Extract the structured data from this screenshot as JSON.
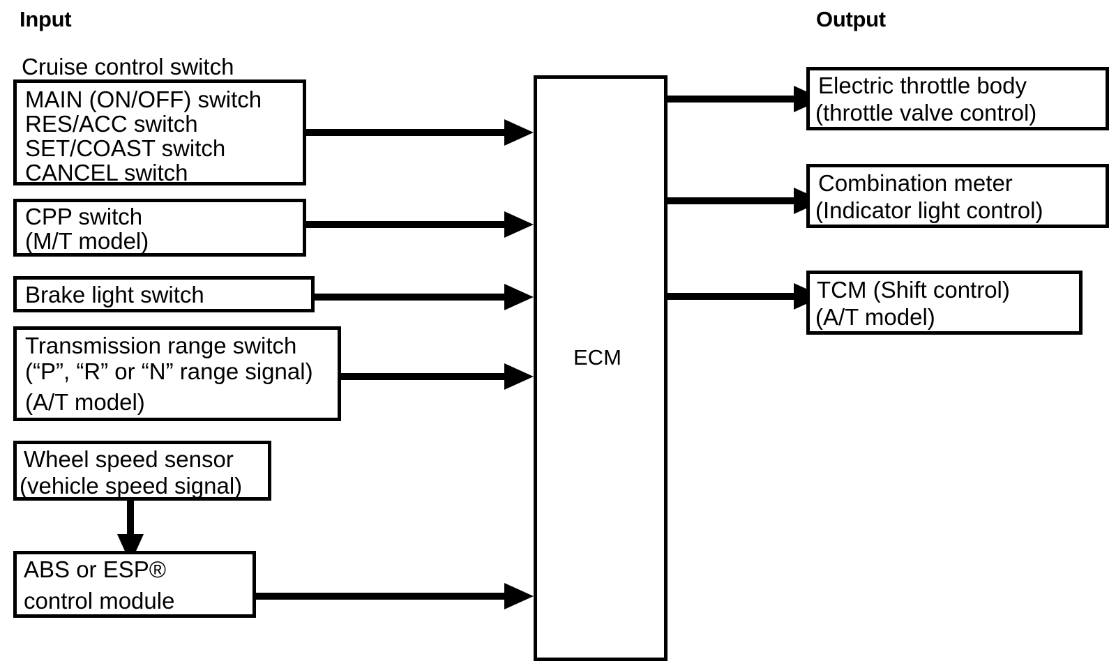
{
  "diagram": {
    "title_input": "Input",
    "title_output": "Output",
    "center_label": "ECM",
    "group_label_cruise": "Cruise control switch",
    "input_boxes": [
      {
        "name": "cruise-control-switch",
        "lines": [
          "MAIN (ON/OFF) switch",
          "RES/ACC switch",
          "SET/COAST switch",
          "CANCEL switch"
        ]
      },
      {
        "name": "cpp-switch",
        "lines": [
          "CPP switch",
          "(M/T model)"
        ]
      },
      {
        "name": "brake-light-switch",
        "lines": [
          "Brake light switch"
        ]
      },
      {
        "name": "transmission-range-switch",
        "lines": [
          "Transmission range switch",
          "(“P”, “R” or “N” range signal)",
          "(A/T model)"
        ]
      },
      {
        "name": "wheel-speed-sensor",
        "lines": [
          "Wheel speed sensor",
          "(vehicle speed signal)"
        ]
      },
      {
        "name": "abs-esp-control-module",
        "lines": [
          "ABS or ESP®",
          "control module"
        ]
      }
    ],
    "output_boxes": [
      {
        "name": "electric-throttle-body",
        "lines": [
          "Electric throttle body",
          "(throttle valve control)"
        ]
      },
      {
        "name": "combination-meter",
        "lines": [
          "Combination meter",
          "(Indicator light control)"
        ]
      },
      {
        "name": "tcm",
        "lines": [
          "TCM (Shift control)",
          "(A/T model)"
        ]
      }
    ],
    "colors": {
      "line": "#000000",
      "background": "#ffffff",
      "text": "#000000"
    }
  }
}
